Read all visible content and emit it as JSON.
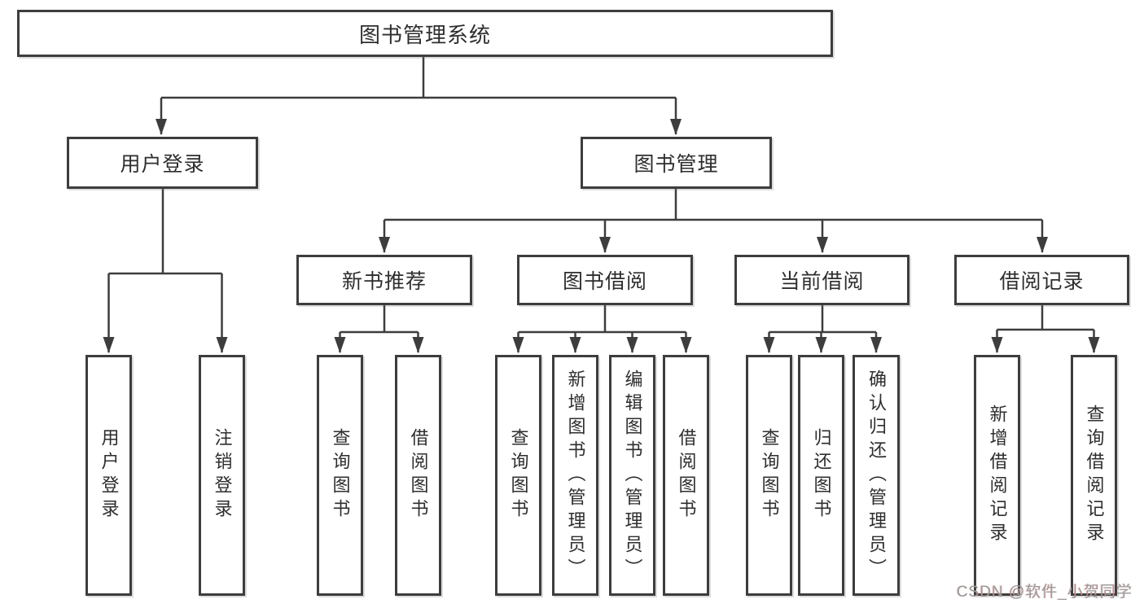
{
  "title": "图书管理系统",
  "level2": {
    "login": "用户登录",
    "manage": "图书管理"
  },
  "level3": {
    "newbook": "新书推荐",
    "borrow": "图书借阅",
    "current": "当前借阅",
    "records": "借阅记录"
  },
  "leaves": {
    "login": [
      "用户登录",
      "注销登录"
    ],
    "newbook": [
      "查询图书",
      "借阅图书"
    ],
    "borrow": [
      "查询图书",
      "新增图书（管理员）",
      "编辑图书（管理员）",
      "借阅图书"
    ],
    "current": [
      "查询图书",
      "归还图书",
      "确认归还（管理员）"
    ],
    "records": [
      "新增借阅记录",
      "查询借阅记录"
    ]
  },
  "watermark": "CSDN @软件_小贺同学",
  "style": {
    "line_color": "#3d3d3d",
    "text_color": "#2e2e2e",
    "watermark_color": "#9b9b9b",
    "background": "#ffffff"
  }
}
